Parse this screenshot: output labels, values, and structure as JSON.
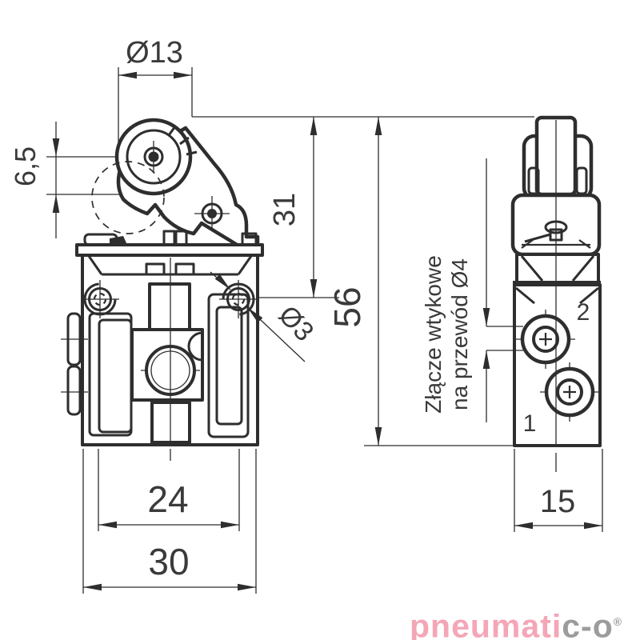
{
  "drawing": {
    "line_color": "#2e2e2e",
    "text_color": "#3a3a3a",
    "dimensions": {
      "roller_diameter": "Ø13",
      "roller_travel": "6,5",
      "lever_top_height": "31",
      "total_height": "56",
      "screw_hole_diameter": "Ø3",
      "mount_hole_spacing": "24",
      "body_width": "30",
      "body_depth": "15"
    },
    "labels": {
      "port_top": "2",
      "port_bottom": "1"
    },
    "callout": {
      "line1": "Złącze wtykowe",
      "line2": "na przewód Ø4"
    }
  },
  "logo": {
    "pink_text": "pneumati",
    "gray_text": "c-o",
    "registered": "®",
    "pink_color": "#f4a6b7",
    "gray_color": "#9c9c9c"
  }
}
